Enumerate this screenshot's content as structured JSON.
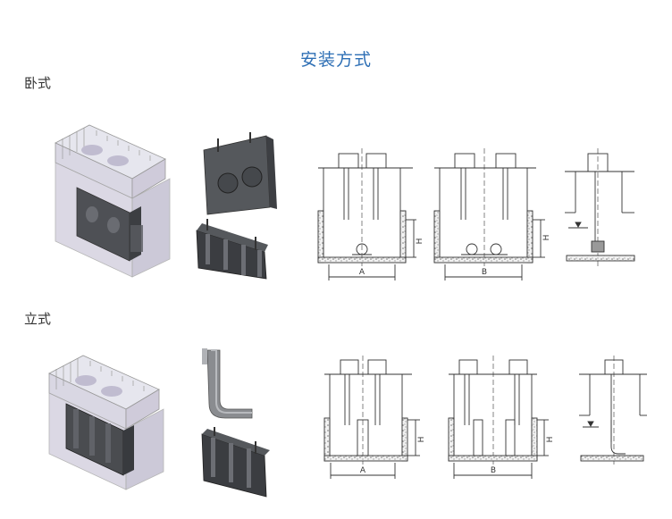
{
  "page": {
    "title": "安装方式"
  },
  "sections": [
    {
      "label": "卧式",
      "dims": [
        "A",
        "B",
        "H",
        "H"
      ]
    },
    {
      "label": "立式",
      "dims": [
        "A",
        "B",
        "H",
        "H"
      ]
    }
  ],
  "colors": {
    "title": "#2e6fb5",
    "render_gray": "#4a4c50",
    "tank": "#c9c6d6",
    "line": "#333333"
  }
}
